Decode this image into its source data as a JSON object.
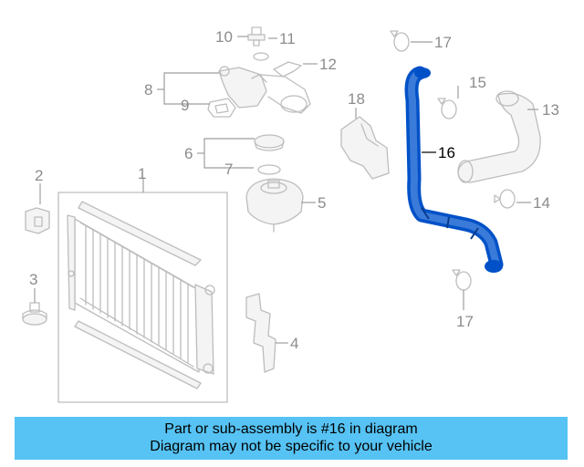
{
  "callouts": {
    "n1": "1",
    "n2": "2",
    "n3": "3",
    "n4": "4",
    "n5": "5",
    "n6": "6",
    "n7": "7",
    "n8": "8",
    "n9": "9",
    "n10": "10",
    "n11": "11",
    "n12": "12",
    "n13": "13",
    "n14": "14",
    "n15": "15",
    "n16": "16",
    "n17a": "17",
    "n17b": "17",
    "n18": "18"
  },
  "highlight": {
    "part_number": "16",
    "color": "#0051c8"
  },
  "banner": {
    "line1": "Part or sub-assembly is #16 in diagram",
    "line2": "Diagram may not be specific to your vehicle",
    "background": "#56c3f4"
  }
}
